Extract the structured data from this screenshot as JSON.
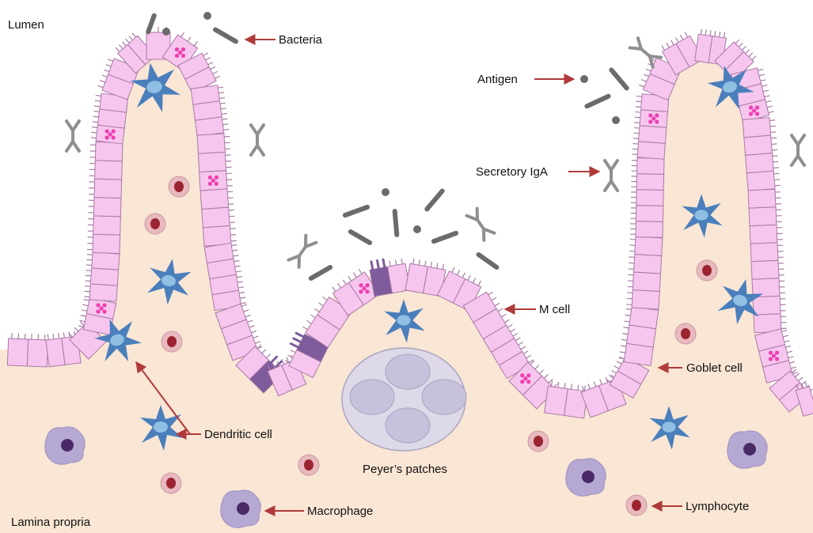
{
  "regions": {
    "lumen": "Lumen",
    "lamina_propria": "Lamina propria"
  },
  "labels": {
    "bacteria": "Bacteria",
    "antigen": "Antigen",
    "secretory_iga": "Secretory IgA",
    "m_cell": "M cell",
    "goblet_cell": "Goblet cell",
    "dendritic_cell": "Dendritic cell",
    "peyers_patches": "Peyer’s patches",
    "macrophage": "Macrophage",
    "lymphocyte": "Lymphocyte"
  },
  "colors": {
    "lamina": "#fae6d5",
    "epithelium": "#f7c6ef",
    "cell_outline": "#a87aa4",
    "m_cell": "#7e5b9b",
    "goblet_dots": "#ee3fb0",
    "dendritic": "#4a7fbc",
    "dendritic_nucleus": "#8fc0e4",
    "lymphocyte_nucleus": "#9b2430",
    "lymphocyte_ring": "#e8b9bf",
    "macrophage": "#b5a8d2",
    "macrophage_nucleus": "#4a2a66",
    "peyers_patch": "#ddd9e8",
    "peyers_follicle": "#c8c1dc",
    "bacteria": "#6b6b6b",
    "antibody": "#8f8f8f",
    "arrow": "#b03a3a"
  }
}
